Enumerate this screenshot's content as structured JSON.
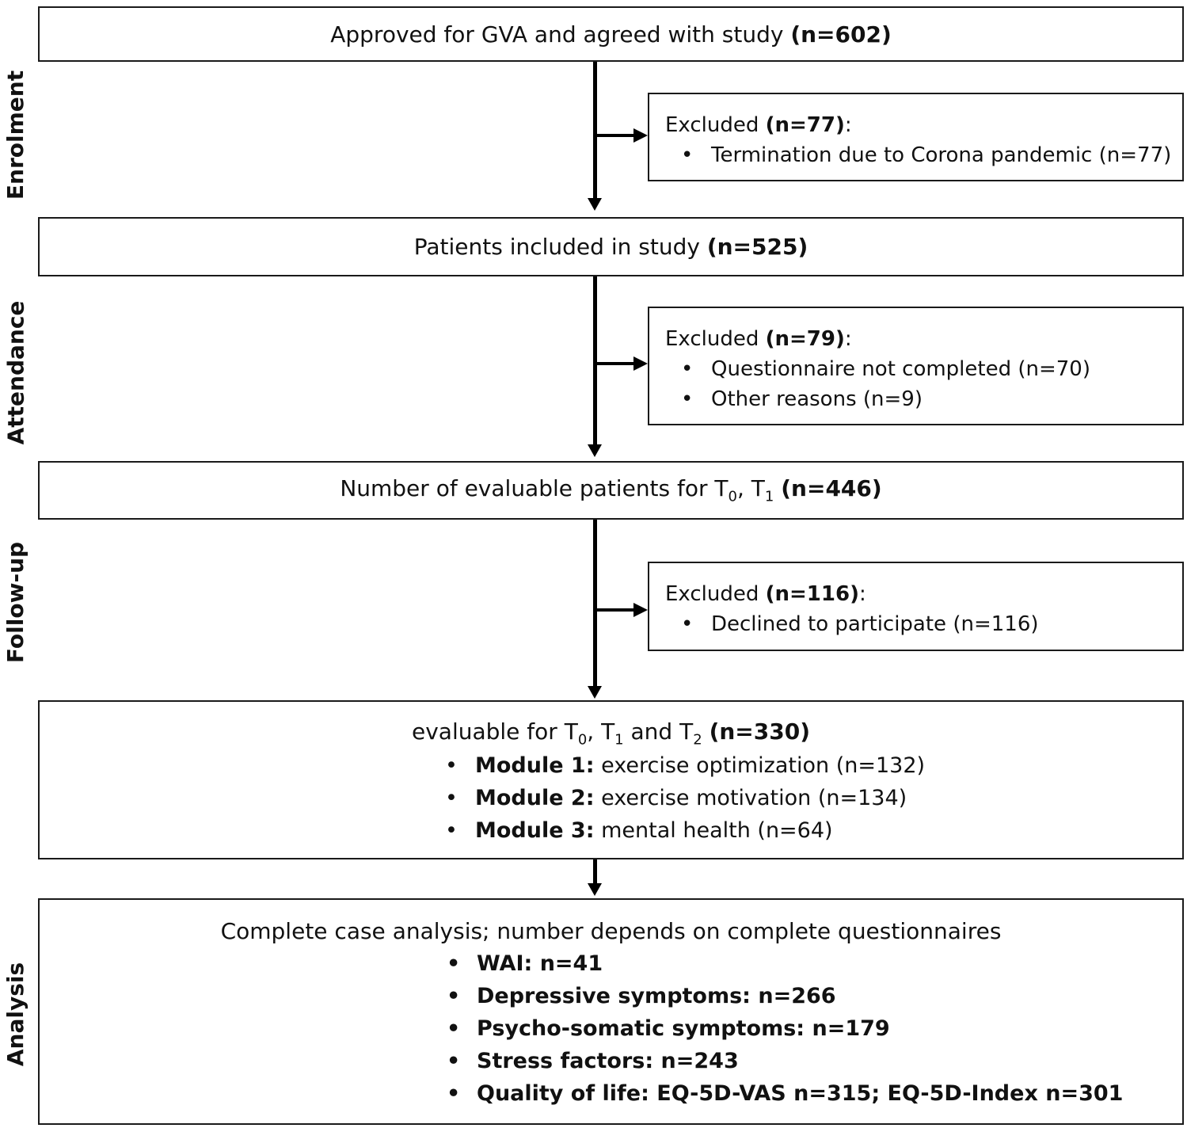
{
  "stages": [
    "Enrolment",
    "Attendance",
    "Follow-up",
    "Analysis"
  ],
  "box1": {
    "text": "Approved for GVA and agreed with study ",
    "n": "(n=602)"
  },
  "excl1": {
    "title": "Excluded ",
    "n": "(n=77)",
    "colon": ":",
    "items": [
      "Termination due to Corona pandemic (n=77)"
    ]
  },
  "box2": {
    "text": "Patients included in study ",
    "n": "(n=525)"
  },
  "excl2": {
    "title": "Excluded ",
    "n": "(n=79)",
    "colon": ":",
    "items": [
      "Questionnaire not completed (n=70)",
      "Other reasons (n=9)"
    ]
  },
  "box3": {
    "text": "Number of evaluable patients for T",
    "sub0": "0",
    "mid": ", T",
    "sub1": "1",
    "end": " ",
    "n": "(n=446)"
  },
  "excl3": {
    "title": "Excluded ",
    "n": "(n=116)",
    "colon": ":",
    "items": [
      "Declined to participate (n=116)"
    ]
  },
  "box4": {
    "text": "evaluable for T",
    "sub0": "0",
    "mid1": ", T",
    "sub1": "1",
    "mid2": " and T",
    "sub2": "2",
    "end": " ",
    "n": "(n=330)",
    "modules": [
      {
        "label": "Module 1:",
        "desc": " exercise optimization (n=132)"
      },
      {
        "label": "Module 2:",
        "desc": " exercise motivation (n=134)"
      },
      {
        "label": "Module 3:",
        "desc": " mental health (n=64)"
      }
    ]
  },
  "box5": {
    "text": "Complete case analysis; number depends on complete questionnaires",
    "items": [
      "WAI: n=41",
      "Depressive symptoms: n=266",
      "Psycho-somatic symptoms: n=179",
      "Stress factors: n=243",
      "Quality of life: EQ-5D-VAS n=315; EQ-5D-Index n=301"
    ]
  }
}
